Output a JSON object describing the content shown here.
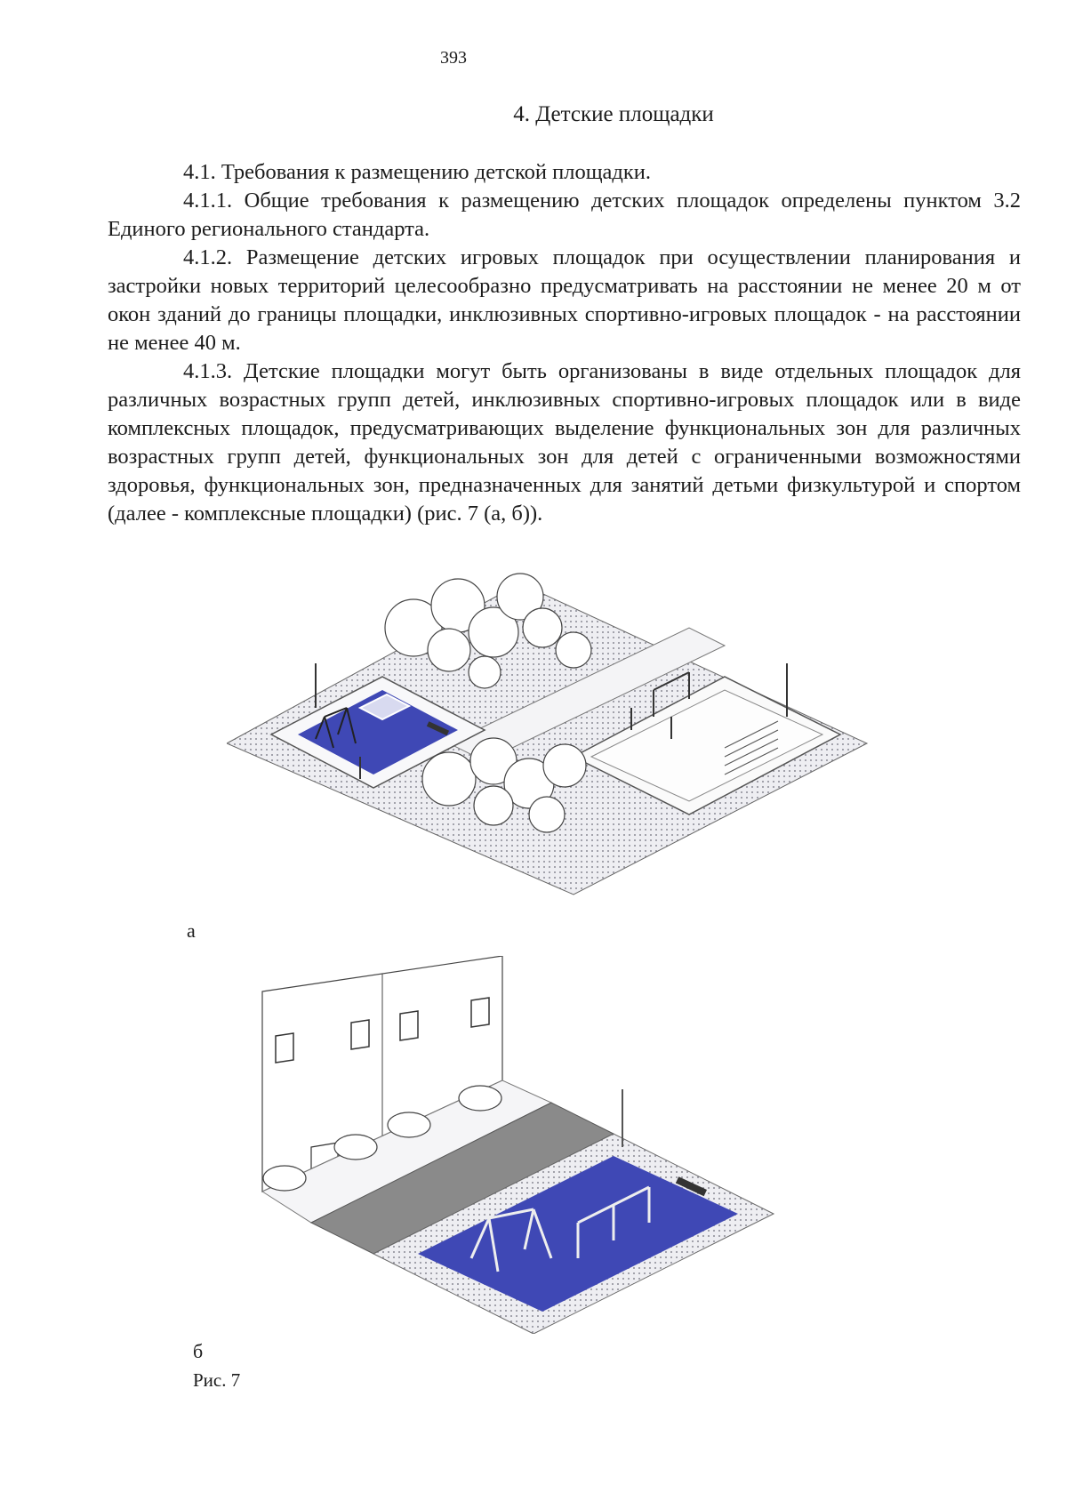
{
  "page_number": "393",
  "section_title": "4. Детские площадки",
  "paragraphs": [
    "4.1. Требования к размещению детской площадки.",
    "4.1.1. Общие требования к размещению детских площадок определены пунктом 3.2 Единого регионального стандарта.",
    "4.1.2. Размещение детских игровых площадок при осуществлении планирования и застройки новых территорий целесообразно предусматривать на расстоянии не менее 20 м от окон зданий до границы площадки, инклюзивных спортивно-игровых площадок - на расстоянии не менее 40 м.",
    "4.1.3. Детские площадки могут быть организованы в виде отдельных площадок для различных возрастных групп детей, инклюзивных спортивно-игровых площадок или в виде комплексных площадок, предусматривающих выделение функциональных зон для различных возрастных групп детей, функциональных зон для детей с ограниченными возможностями здоровья, функциональных зон, предназначенных для занятий детьми физкультурой и спортом (далее - комплексные площадки) (рис. 7 (а, б))."
  ],
  "figure_labels": {
    "a": "а",
    "b": "б"
  },
  "figure_caption": "Рис. 7",
  "colors": {
    "playground_blue": "#3f48b5",
    "paving": "#e8e8ec",
    "road": "#8a8a8a",
    "line": "#555555"
  }
}
